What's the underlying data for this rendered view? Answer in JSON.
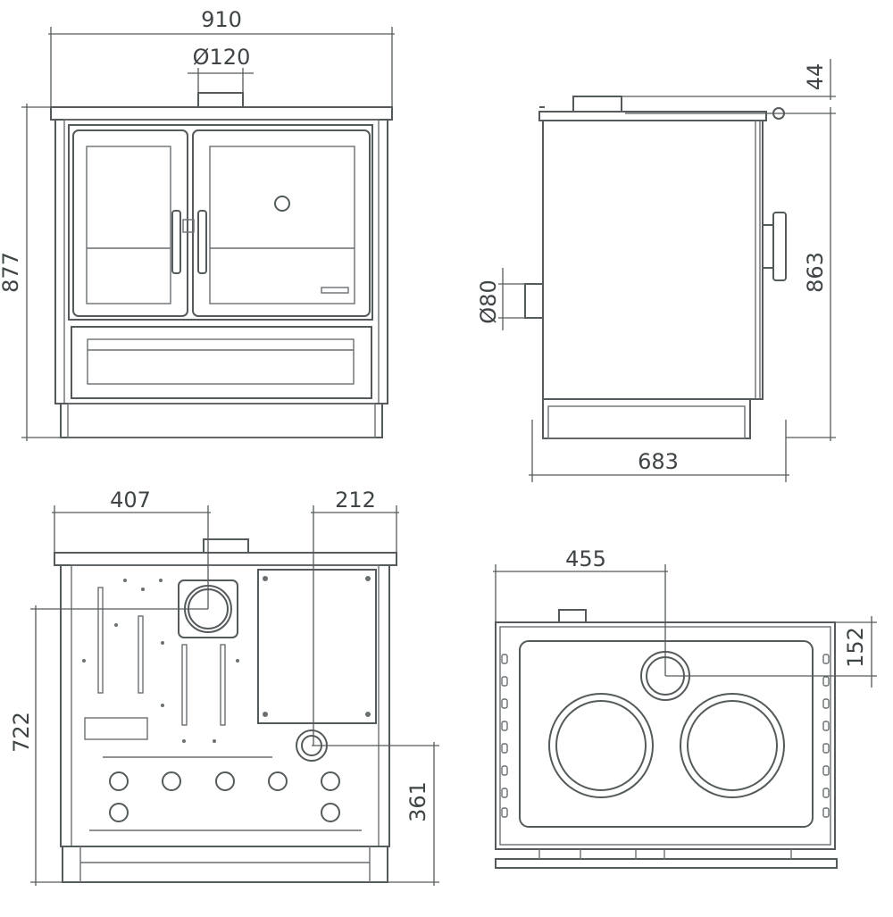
{
  "dimensions": {
    "front_width": "910",
    "flue_diameter_top": "Ø120",
    "front_height": "877",
    "side_top_offset": "44",
    "side_height": "863",
    "side_flue_diameter": "Ø80",
    "side_depth": "683",
    "rear_flue_offset": "407",
    "rear_right_offset": "212",
    "rear_flue_height": "722",
    "rear_lower_outlet_height": "361",
    "top_flue_offset": "455",
    "top_flue_depth": "152"
  }
}
